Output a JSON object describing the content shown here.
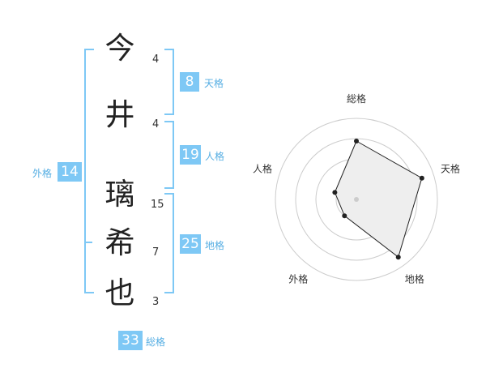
{
  "name": {
    "characters": [
      {
        "char": "今",
        "strokes": "4"
      },
      {
        "char": "井",
        "strokes": "4"
      },
      {
        "char": "璃",
        "strokes": "15"
      },
      {
        "char": "希",
        "strokes": "7"
      },
      {
        "char": "也",
        "strokes": "3"
      }
    ]
  },
  "fortune": {
    "tenkaku": {
      "value": "8",
      "label": "天格"
    },
    "jinkaku": {
      "value": "19",
      "label": "人格"
    },
    "chikaku": {
      "value": "25",
      "label": "地格"
    },
    "gaikaku": {
      "value": "14",
      "label": "外格"
    },
    "soukaku": {
      "value": "33",
      "label": "総格"
    }
  },
  "colors": {
    "accent": "#7ec8f5",
    "accent_text": "#56aee3",
    "radar_fill": "#eeeeee",
    "radar_stroke": "#222222",
    "ring": "#cccccc"
  },
  "chart_data": {
    "type": "radar",
    "axes": [
      "総格",
      "天格",
      "地格",
      "外格",
      "人格"
    ],
    "values": [
      0.72,
      0.85,
      0.88,
      0.25,
      0.28
    ],
    "range": [
      0,
      1
    ],
    "rings": 4
  }
}
